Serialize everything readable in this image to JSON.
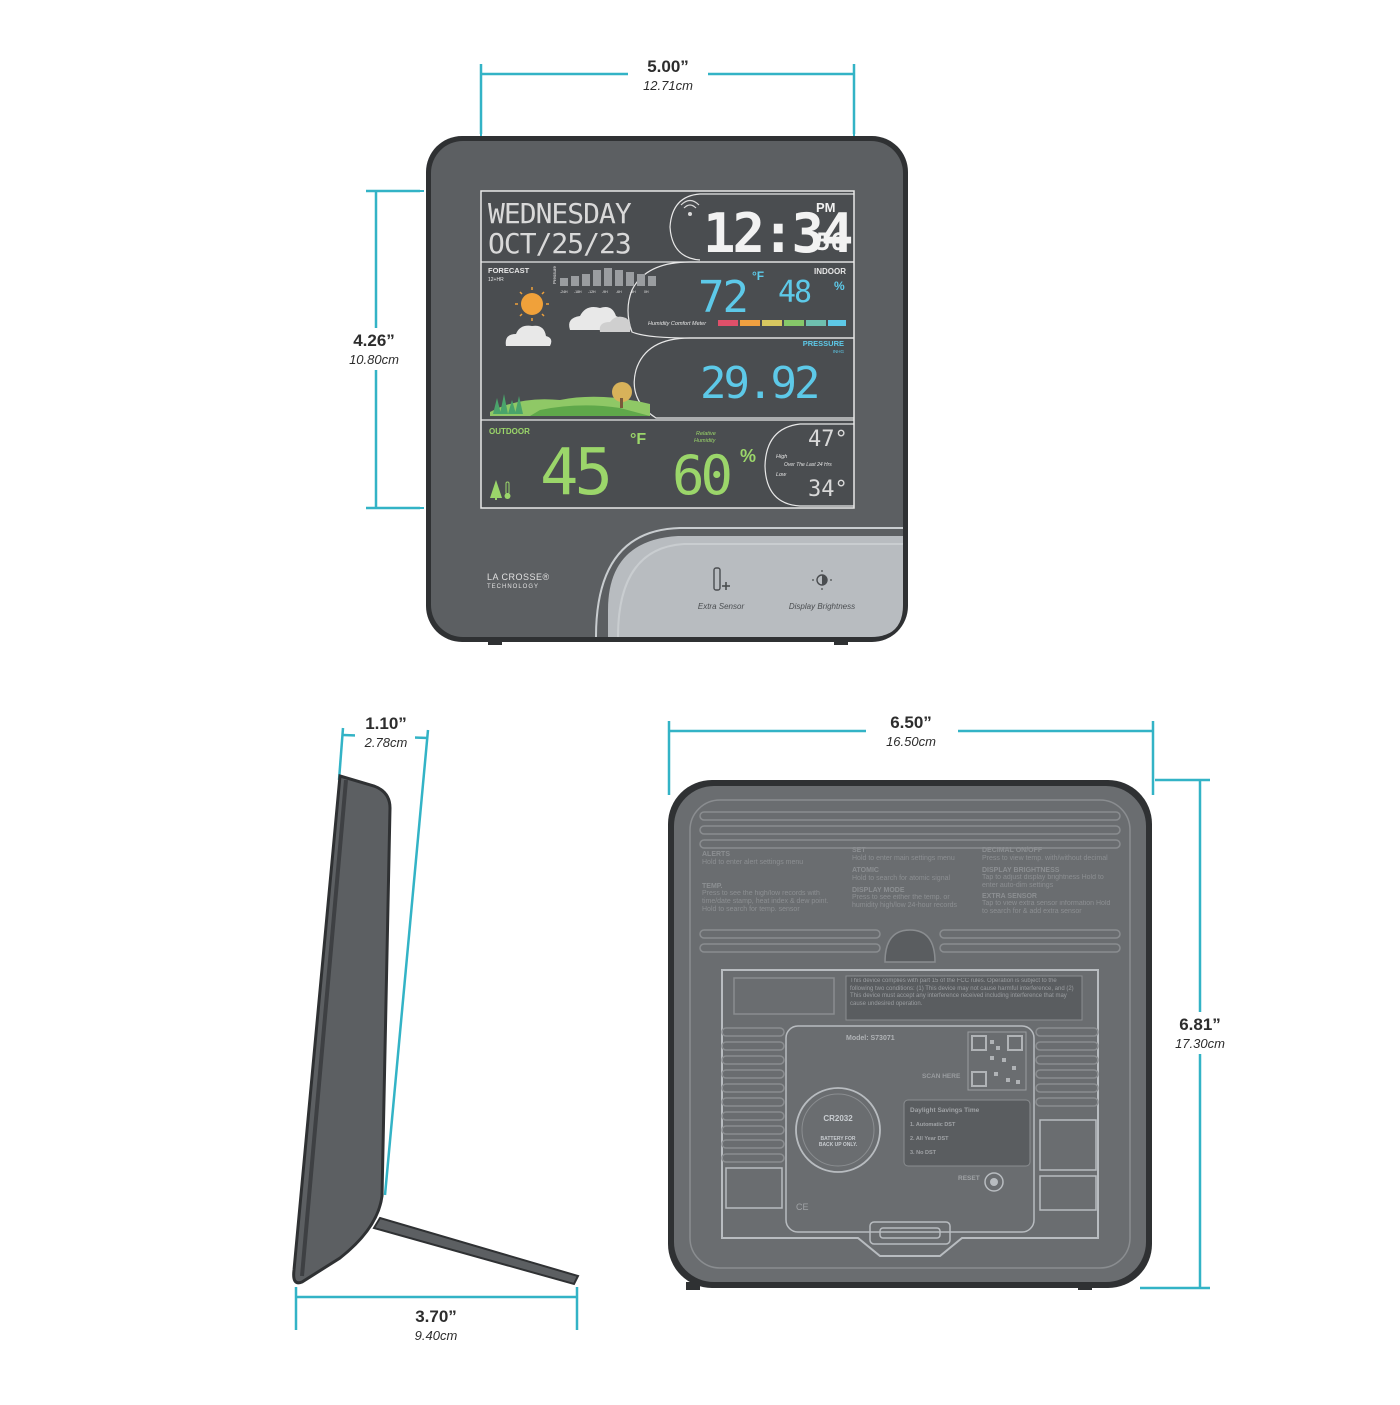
{
  "colors": {
    "dimension_line": "#33b3c6",
    "device_body": "#5c5f62",
    "device_frame": "#2f3133",
    "lcd_background": "#4a4d50",
    "indoor_digits": "#5dc9e8",
    "outdoor_digits": "#9bd66a",
    "segment_gray": "#d9d9d9"
  },
  "dimensions": {
    "front_width": {
      "imperial": "5.00”",
      "metric": "12.71cm"
    },
    "front_height": {
      "imperial": "4.26”",
      "metric": "10.80cm"
    },
    "side_depth": {
      "imperial": "1.10”",
      "metric": "2.78cm"
    },
    "side_base": {
      "imperial": "3.70”",
      "metric": "9.40cm"
    },
    "back_width": {
      "imperial": "6.50”",
      "metric": "16.50cm"
    },
    "back_height": {
      "imperial": "6.81”",
      "metric": "17.30cm"
    }
  },
  "display": {
    "day": "WEDNESDAY",
    "date": "OCT/25/23",
    "time": "12:34",
    "seconds": "56",
    "ampm": "PM",
    "forecast_label": "FORECAST",
    "forecast_sub": "12+HR",
    "pressure_history_label": "Pressure",
    "pressure_history_ticks": [
      "-24H",
      "-18H",
      "-12H",
      "-9H",
      "-6H",
      "-3H",
      "0H"
    ],
    "indoor_label": "INDOOR",
    "indoor_temp": "72",
    "indoor_temp_unit": "°F",
    "indoor_humidity": "48",
    "humidity_unit": "%",
    "comfort_meter_label": "Humidity Comfort Meter",
    "pressure_label": "PRESSURE",
    "pressure_unit": "INHG",
    "pressure_value": "29.92",
    "outdoor_label": "OUTDOOR",
    "outdoor_temp": "45",
    "outdoor_temp_unit": "°F",
    "relative_humidity_label_1": "Relative",
    "relative_humidity_label_2": "Humidity",
    "outdoor_humidity": "60",
    "high_label": "High",
    "low_label": "Low",
    "high_value": "47°",
    "low_value": "34°",
    "records_label": "Over The Last 24 Hrs"
  },
  "front_panel": {
    "brand_line_1": "LA CROSSE®",
    "brand_line_2": "TECHNOLOGY",
    "button_extra_sensor": "Extra Sensor",
    "button_display_brightness": "Display Brightness",
    "icons": [
      "extra-sensor-icon",
      "brightness-icon",
      "sun-icon",
      "cloud-icon",
      "tree-icon",
      "thermometer-icon",
      "signal-icon"
    ]
  },
  "back_panel": {
    "left_col": [
      {
        "title": "ALERTS",
        "text": "Hold to enter alert settings menu"
      },
      {
        "title": "TEMP.",
        "text": "Press to see the high/low records with time/date stamp, heat index & dew point. Hold to search for temp. sensor"
      }
    ],
    "mid_col": [
      {
        "title": "SET",
        "text": "Hold to enter main settings menu"
      },
      {
        "title": "ATOMIC",
        "text": "Hold to search for atomic signal"
      },
      {
        "title": "DISPLAY MODE",
        "text": "Press to see either the temp. or humidity high/low 24-hour records"
      }
    ],
    "right_col": [
      {
        "title": "DECIMAL ON/OFF",
        "text": "Press to view temp. with/without decimal"
      },
      {
        "title": "DISPLAY BRIGHTNESS",
        "text": "Tap to adjust display brightness Hold to enter auto-dim settings"
      },
      {
        "title": "EXTRA SENSOR",
        "text": "Tap to view extra sensor information Hold to search for & add extra sensor"
      }
    ],
    "fcc_text": "This device complies with part 15 of the FCC rules. Operation is subject to the following two conditions: (1) This device may not cause harmful interference, and (2) This device must accept any interference received including interference that may cause undesired operation.",
    "model": "Model: S73071",
    "battery": "CR2032",
    "battery_note": "BATTERY FOR BACK UP ONLY.",
    "scan_here": "SCAN HERE",
    "dst_title": "Daylight Savings Time",
    "dst_items": [
      "1. Automatic DST",
      "2. All Year DST",
      "3. No DST"
    ],
    "reset": "RESET",
    "ce_mark": "CE"
  }
}
